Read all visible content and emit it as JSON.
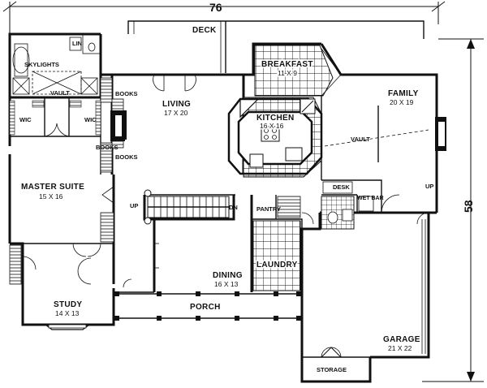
{
  "dimensions": {
    "width_label": "76",
    "depth_label": "58"
  },
  "rooms": {
    "deck": {
      "name": "DECK"
    },
    "breakfast": {
      "name": "BREAKFAST",
      "size": "11 X 9"
    },
    "family": {
      "name": "FAMILY",
      "size": "20 X 19"
    },
    "living": {
      "name": "LIVING",
      "size": "17 X 20"
    },
    "kitchen": {
      "name": "KITCHEN",
      "size": "16 X 16"
    },
    "master_suite": {
      "name": "MASTER SUITE",
      "size": "15 X 16"
    },
    "dining": {
      "name": "DINING",
      "size": "16 X 13"
    },
    "study": {
      "name": "STUDY",
      "size": "14 X 13"
    },
    "garage": {
      "name": "GARAGE",
      "size": "21 X 22"
    },
    "porch": {
      "name": "PORCH"
    },
    "laundry": {
      "name": "LAUNDRY"
    },
    "storage": {
      "name": "STORAGE"
    }
  },
  "labels": {
    "lin": "LIN",
    "skylights": "SKYLIGHTS",
    "vault_bath": "VAULT",
    "wic_left": "WIC",
    "wic_right": "WIC",
    "books_top": "BOOKS",
    "books_mid": "BOOKS",
    "books_bot": "BOOKS",
    "vault_family": "VAULT",
    "desk": "DESK",
    "wet_bar": "WET BAR",
    "up_family": "UP",
    "up_stair": "UP",
    "down_stair": "DN",
    "pantry": "PANTRY"
  },
  "colors": {
    "ink": "#111111",
    "paper": "#ffffff"
  }
}
